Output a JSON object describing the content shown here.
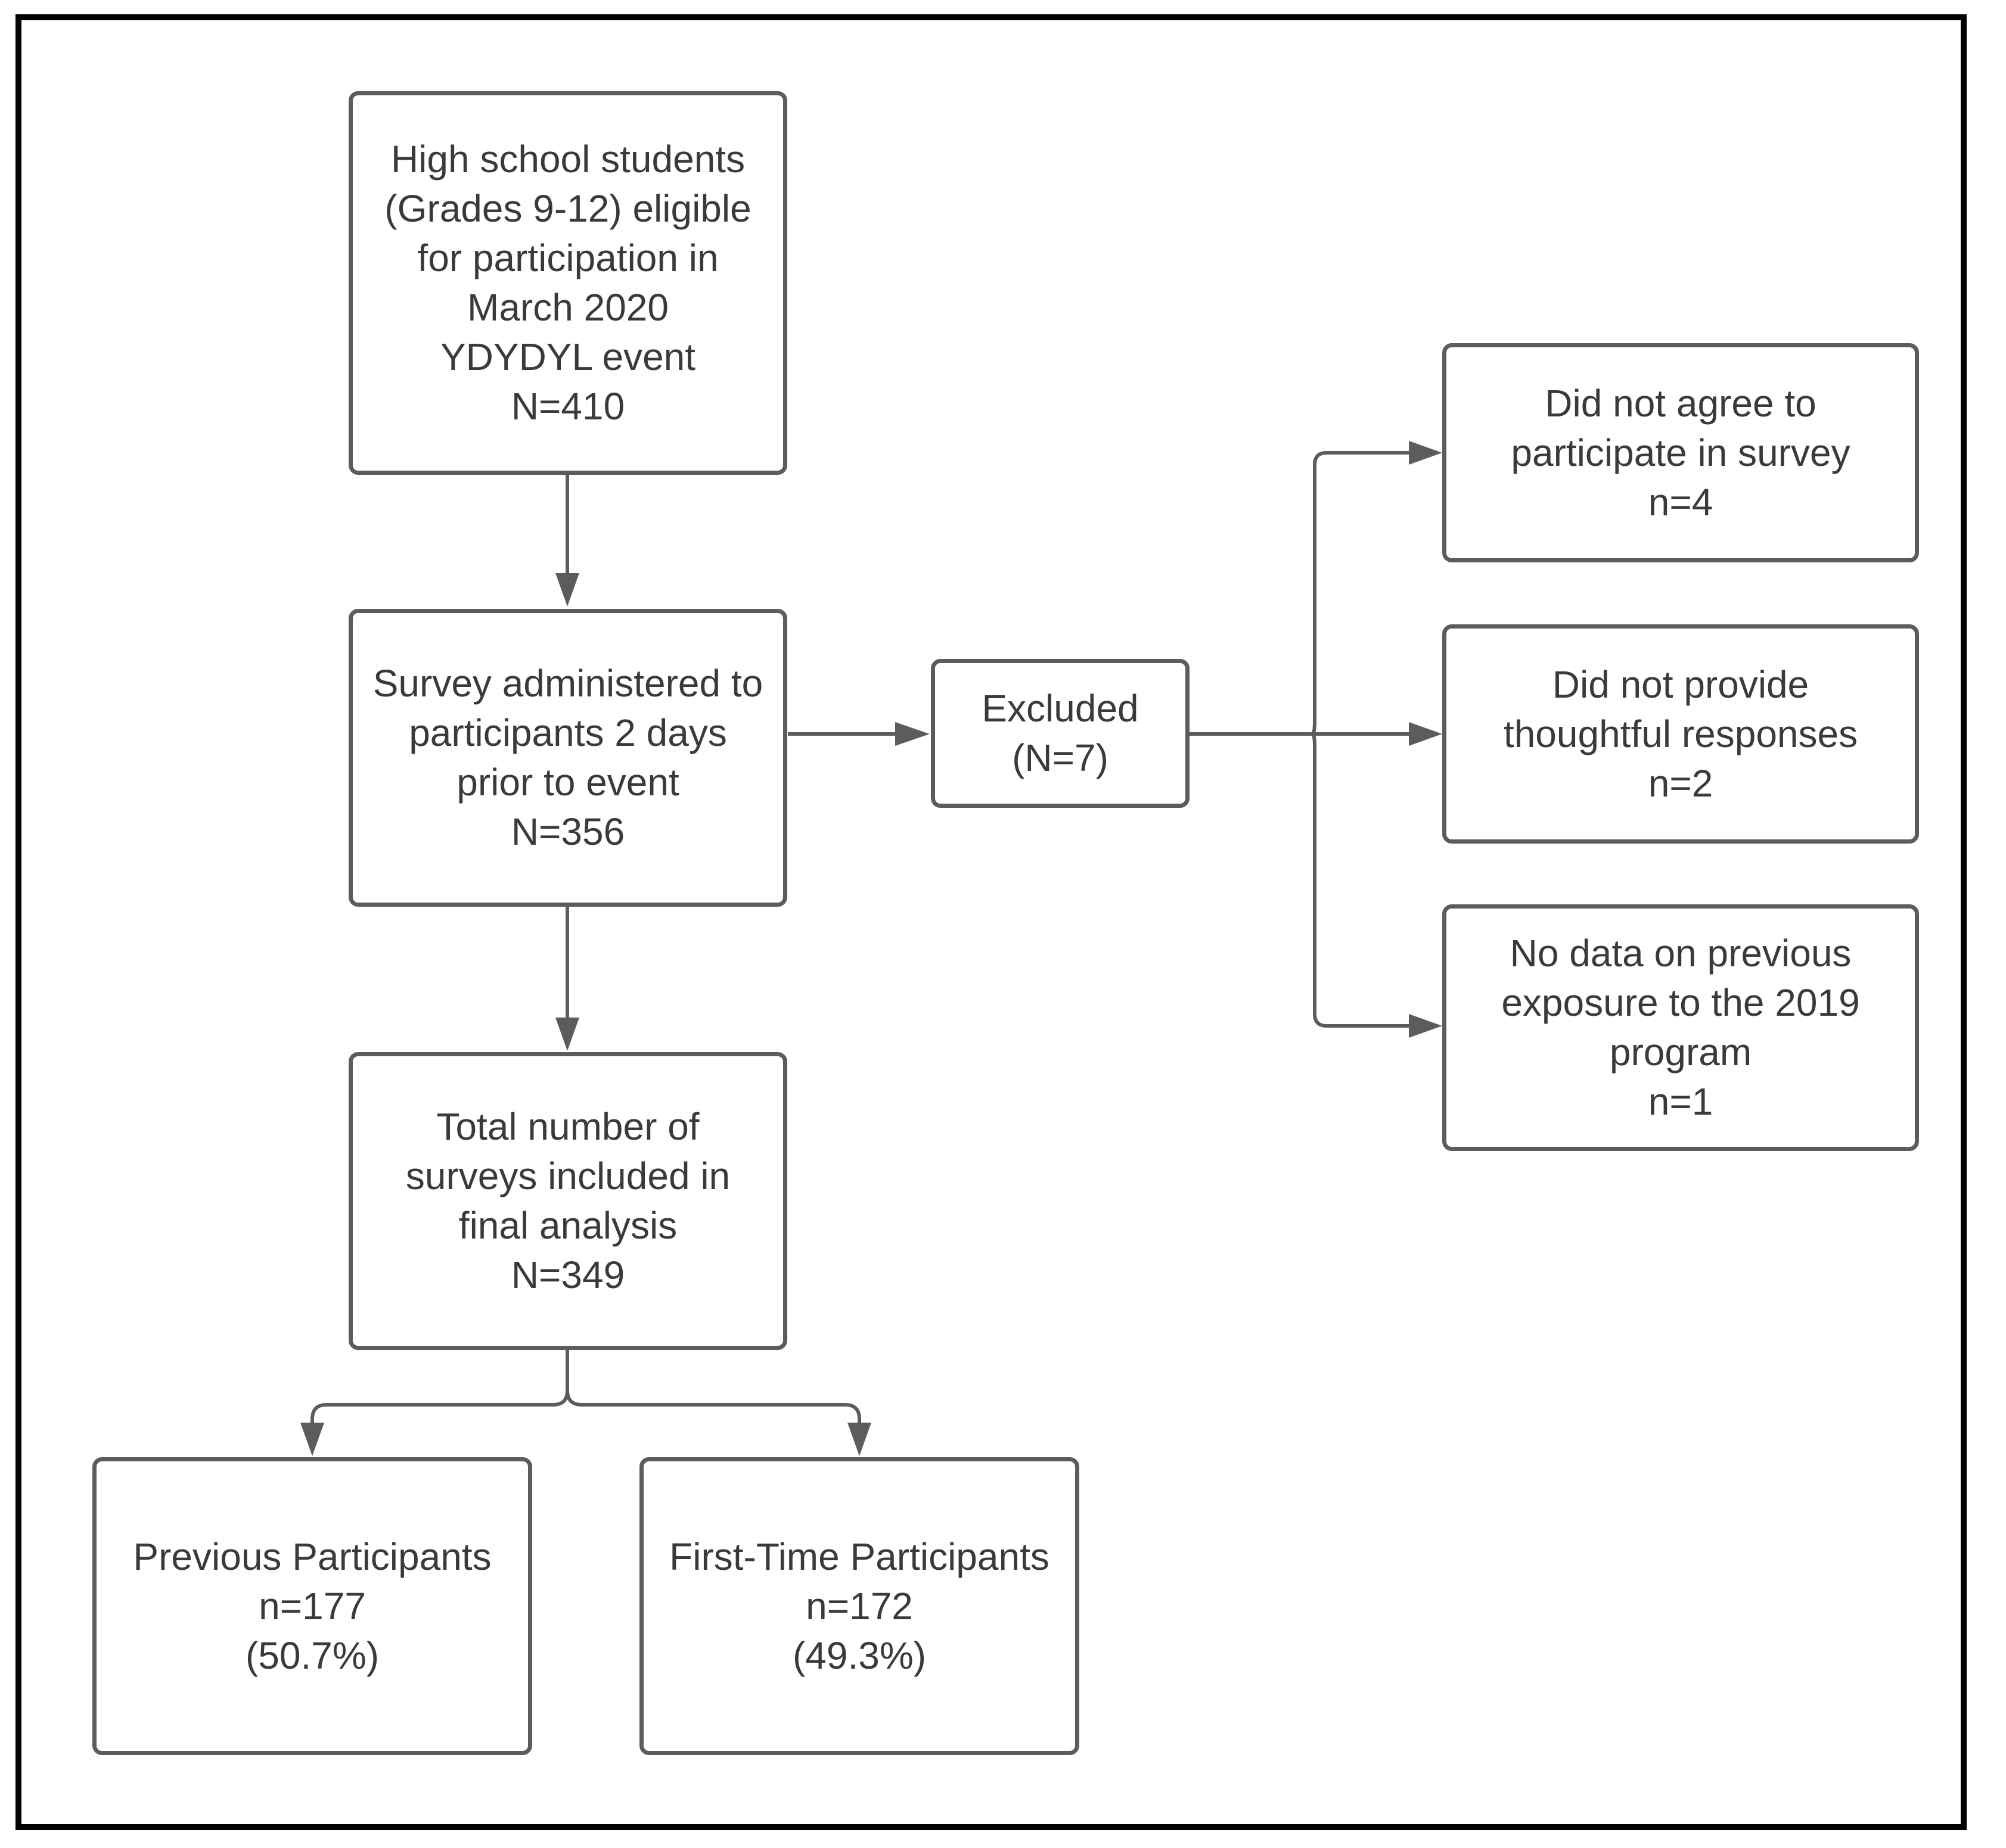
{
  "boxes": {
    "eligible": {
      "lines": [
        "High school students",
        "(Grades 9-12) eligible",
        "for participation in",
        "March 2020",
        "YDYDYL event",
        "N=410"
      ]
    },
    "administered": {
      "lines": [
        "Survey administered to",
        "participants 2 days",
        "prior to event",
        "N=356"
      ]
    },
    "excluded": {
      "lines": [
        "Excluded",
        "(N=7)"
      ]
    },
    "not_agree": {
      "lines": [
        "Did not agree to",
        "participate in survey",
        "n=4"
      ]
    },
    "not_thoughtful": {
      "lines": [
        "Did not provide",
        "thoughtful responses",
        "n=2"
      ]
    },
    "no_data": {
      "lines": [
        "No data on previous",
        "exposure to the 2019",
        "program",
        "n=1"
      ]
    },
    "total": {
      "lines": [
        "Total number of",
        "surveys included in",
        "final analysis",
        "N=349"
      ]
    },
    "previous": {
      "lines": [
        "Previous Participants",
        "n=177",
        "(50.7%)"
      ]
    },
    "first_time": {
      "lines": [
        "First-Time Participants",
        "n=172",
        "(49.3%)"
      ]
    }
  },
  "colors": {
    "stroke": "#5c5c5c",
    "text": "#3a3a3a",
    "frame": "#000000"
  }
}
